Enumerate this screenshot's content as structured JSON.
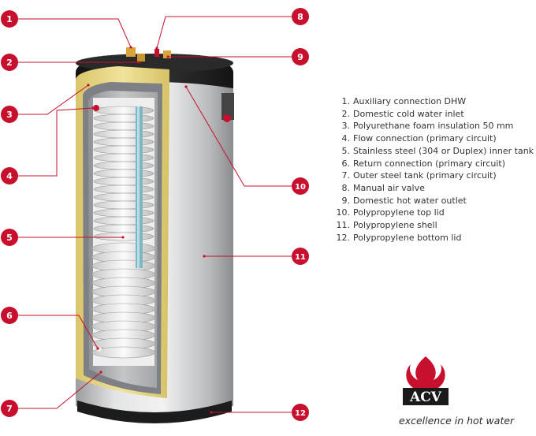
{
  "callouts": [
    "1",
    "2",
    "3",
    "4",
    "5",
    "6",
    "7",
    "8",
    "9",
    "10",
    "11",
    "12"
  ],
  "legend": [
    {
      "num": "1.",
      "label": "Auxiliary connection DHW"
    },
    {
      "num": "2.",
      "label": "Domestic cold water inlet"
    },
    {
      "num": "3.",
      "label": "Polyurethane foam insulation 50 mm"
    },
    {
      "num": "4.",
      "label": "Flow connection (primary circuit)"
    },
    {
      "num": "5.",
      "label": "Stainless steel (304 or Duplex) inner tank"
    },
    {
      "num": "6.",
      "label": "Return connection (primary circuit)"
    },
    {
      "num": "7.",
      "label": "Outer steel tank (primary circuit)"
    },
    {
      "num": "8.",
      "label": "Manual air valve"
    },
    {
      "num": "9.",
      "label": "Domestic hot water outlet"
    },
    {
      "num": "10.",
      "label": "Polypropylene top lid"
    },
    {
      "num": "11.",
      "label": "Polypropylene shell"
    },
    {
      "num": "12.",
      "label": "Polypropylene bottom lid"
    }
  ],
  "logo": {
    "text": "ACV",
    "tagline": "excellence in hot water"
  },
  "colors": {
    "badge": "#c8102e",
    "leader": "#c8102e",
    "insulation": "#e9d98a",
    "shell": "#c9cbcd",
    "lid": "#1f1f1f"
  }
}
